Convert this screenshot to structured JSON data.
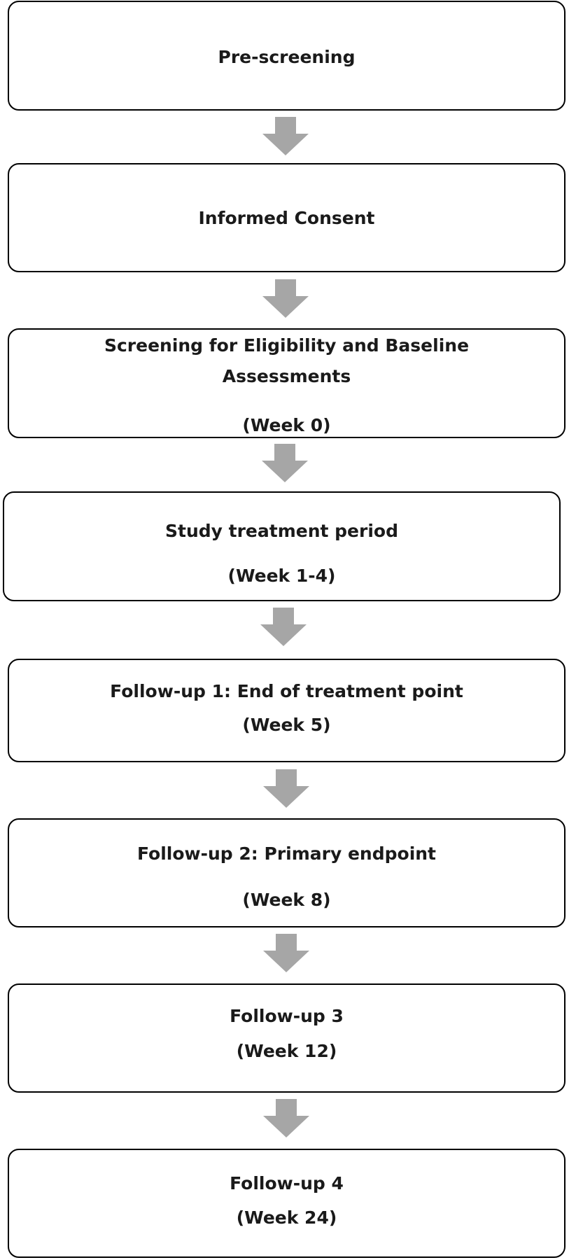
{
  "colors": {
    "border": "#000000",
    "text": "#1a1a1a",
    "arrow": "#a6a6a6",
    "background": "#ffffff"
  },
  "steps": [
    {
      "lines": [
        "Pre-screening"
      ]
    },
    {
      "lines": [
        "Informed Consent"
      ]
    },
    {
      "lines": [
        "Screening for Eligibility and Baseline",
        "Assessments",
        "(Week 0)"
      ]
    },
    {
      "lines": [
        "Study treatment period",
        "(Week 1-4)"
      ]
    },
    {
      "lines": [
        "Follow-up 1: End of treatment point",
        "(Week 5)"
      ]
    },
    {
      "lines": [
        "Follow-up 2: Primary endpoint",
        "(Week 8)"
      ]
    },
    {
      "lines": [
        "Follow-up 3",
        "(Week 12)"
      ]
    },
    {
      "lines": [
        "Follow-up 4",
        "(Week 24)"
      ]
    }
  ]
}
